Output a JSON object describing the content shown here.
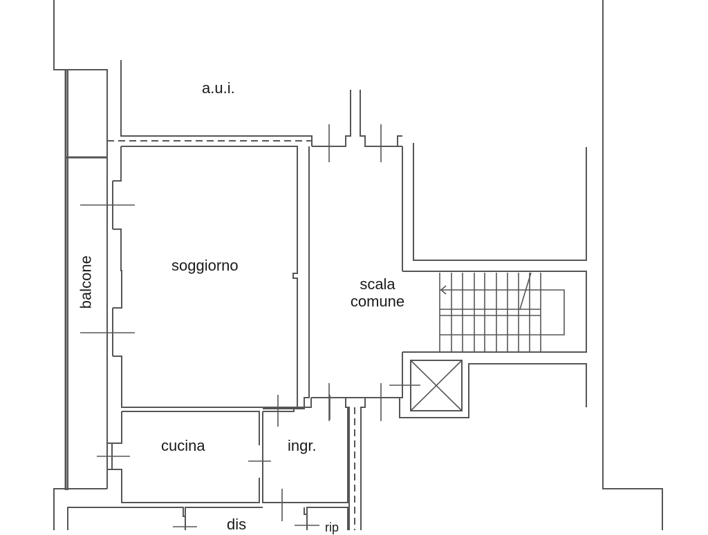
{
  "plan": {
    "line_color": "#555555",
    "background": "#ffffff",
    "rooms": {
      "aui": {
        "label": "a.u.i."
      },
      "balcone": {
        "label": "balcone"
      },
      "soggiorno": {
        "label": "soggiorno"
      },
      "scala_comune": {
        "line1": "scala",
        "line2": "comune"
      },
      "cucina": {
        "label": "cucina"
      },
      "ingresso": {
        "label": "ingr."
      },
      "disimpegno": {
        "label": "dis"
      },
      "ripostiglio": {
        "label": "rip"
      }
    },
    "symbols": {
      "staircase": "stair-icon",
      "elevator": "elevator-shaft-icon",
      "stair_direction_arrow": "arrow-left-icon"
    }
  }
}
